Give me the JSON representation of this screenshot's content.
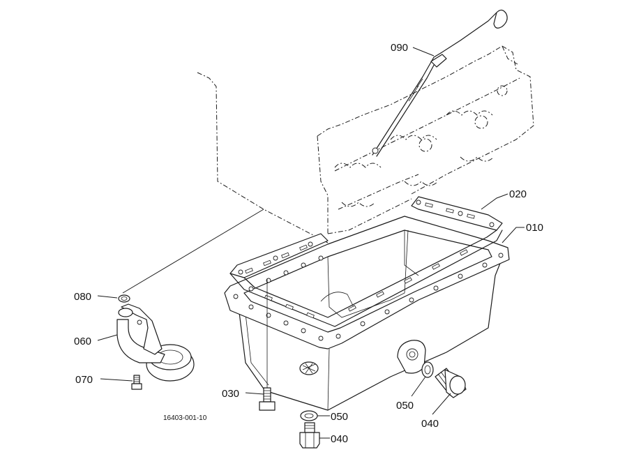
{
  "labels": {
    "p090": "090",
    "p020": "020",
    "p010": "010",
    "p080": "080",
    "p060": "060",
    "p070": "070",
    "p030": "030",
    "p050a": "050",
    "p050b": "050",
    "p040a": "040",
    "p040b": "040"
  },
  "drawing_number": "16403-001-10",
  "colors": {
    "line": "#1a1a1a",
    "background": "#ffffff"
  }
}
